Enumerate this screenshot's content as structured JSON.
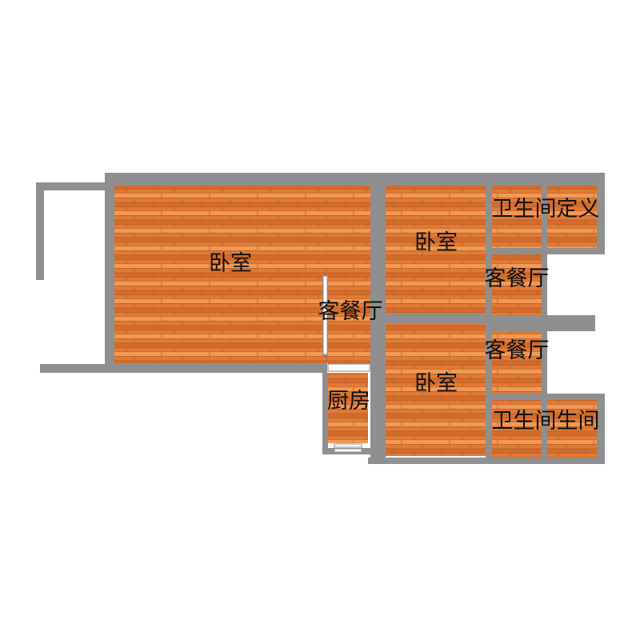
{
  "colors": {
    "wall": "#8f8f8f",
    "floor": "#e07a35",
    "floor_plank_dark": "#c8642a",
    "floor_plank_light": "#ef9a55",
    "label": "#111111",
    "background": "#ffffff"
  },
  "rooms": {
    "bedroom_large": {
      "label": "卧室"
    },
    "living_dining_center": {
      "label": "客餐厅"
    },
    "kitchen": {
      "label": "厨房"
    },
    "bedroom_upper_right": {
      "label": "卧室"
    },
    "bedroom_lower_right": {
      "label": "卧室"
    },
    "bathroom_upper": {
      "label": "卫生间定义"
    },
    "living_dining_upper_right": {
      "label": "客餐厅"
    },
    "living_dining_lower_right": {
      "label": "客餐厅"
    },
    "bathroom_lower": {
      "label": "卫生间生间"
    }
  }
}
